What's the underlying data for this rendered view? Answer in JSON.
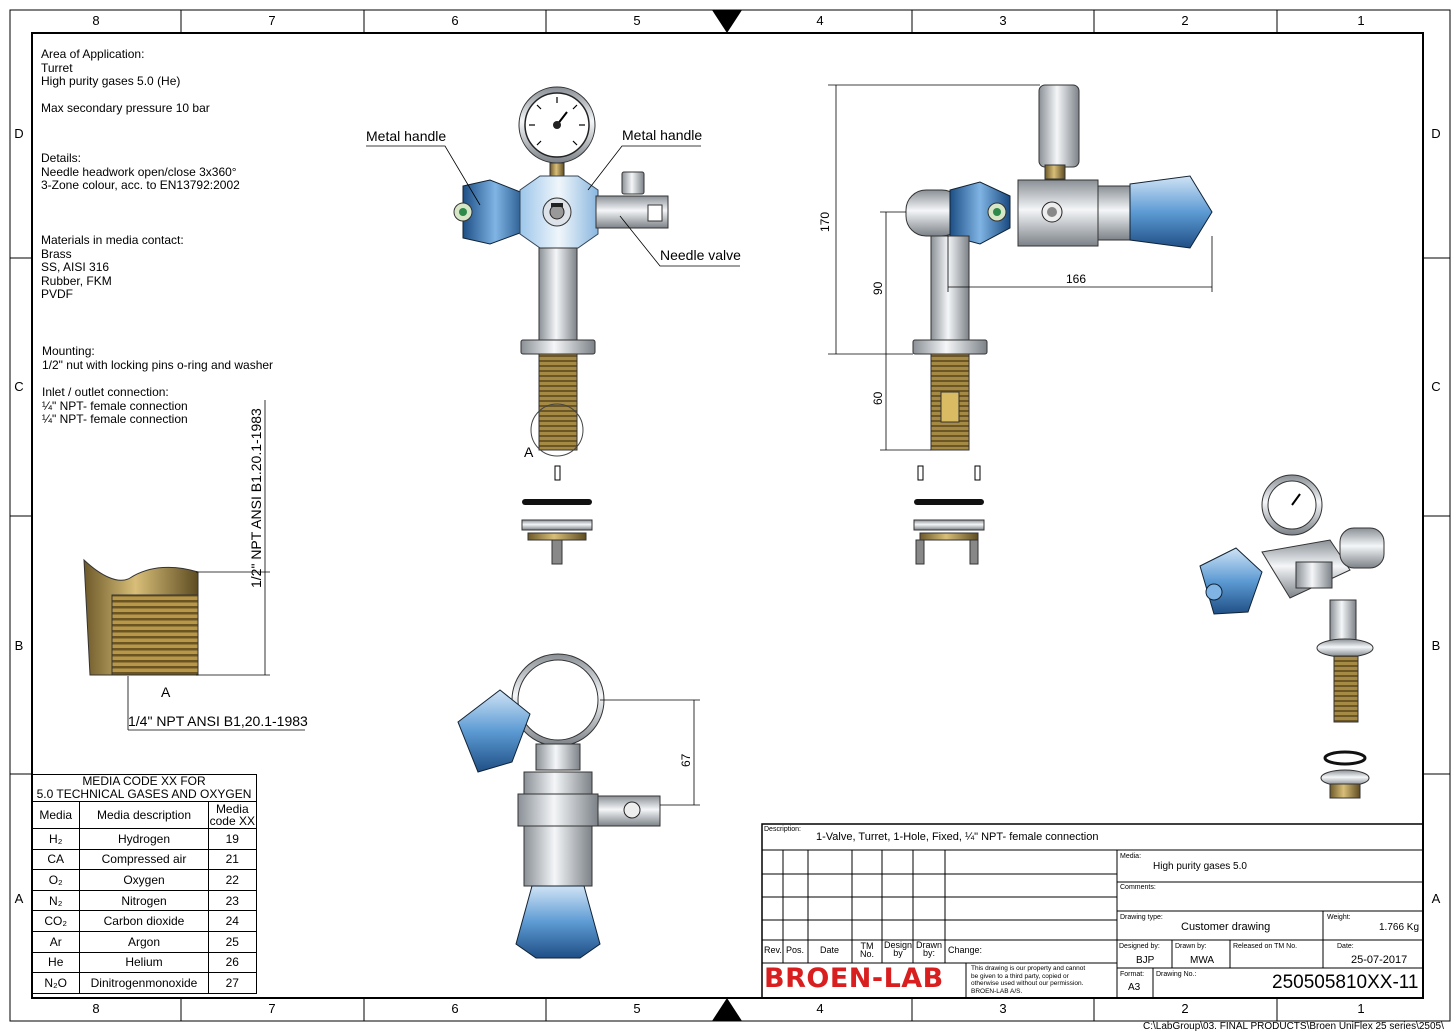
{
  "frame": {
    "columns": [
      "8",
      "7",
      "6",
      "5",
      "4",
      "3",
      "2",
      "1"
    ],
    "rows": [
      "D",
      "C",
      "B",
      "A"
    ],
    "footer_path": "C:\\LabGroup\\03. FINAL PRODUCTS\\Broen UniFlex 25 series\\2505\\"
  },
  "notes": {
    "area_title": "Area of Application:",
    "area_lines": [
      "Turret",
      "High purity gases 5.0 (He)"
    ],
    "max_pressure": "Max secondary pressure 10 bar",
    "details_title": "Details:",
    "details_lines": [
      "Needle headwork open/close 3x360°",
      "3-Zone colour, acc. to EN13792:2002"
    ],
    "materials_title": "Materials in media contact:",
    "materials_lines": [
      "Brass",
      "SS, AISI 316",
      "Rubber, FKM",
      "PVDF"
    ],
    "mounting_title": "Mounting:",
    "mounting_line": "1/2\" nut with locking pins o-ring and washer",
    "inlet_title": "Inlet / outlet connection:",
    "inlet_lines": [
      "¼\" NPT- female connection",
      "¼\" NPT- female connection"
    ]
  },
  "callouts": {
    "metal_handle_left": "Metal handle",
    "metal_handle_right": "Metal handle",
    "needle_valve": "Needle valve",
    "detail_a_front": "A",
    "detail_a": "A",
    "half_inch": "1/2\" NPT ANSI B1.20.1-1983",
    "quarter_inch": "1/4\" NPT ANSI B1,20.1-1983"
  },
  "dimensions": {
    "d170": "170",
    "d90": "90",
    "d166": "166",
    "d60": "60",
    "d67": "67"
  },
  "media_table": {
    "title_line1": "MEDIA CODE XX FOR",
    "title_line2": "5.0 TECHNICAL GASES AND OXYGEN",
    "headers": [
      "Media",
      "Media description",
      "Media code XX"
    ],
    "rows": [
      [
        "H₂",
        "Hydrogen",
        "19"
      ],
      [
        "CA",
        "Compressed air",
        "21"
      ],
      [
        "O₂",
        "Oxygen",
        "22"
      ],
      [
        "N₂",
        "Nitrogen",
        "23"
      ],
      [
        "CO₂",
        "Carbon dioxide",
        "24"
      ],
      [
        "Ar",
        "Argon",
        "25"
      ],
      [
        "He",
        "Helium",
        "26"
      ],
      [
        "N₂O",
        "Dinitrogenmonoxide",
        "27"
      ]
    ]
  },
  "title_block": {
    "description_label": "Description:",
    "description": "1-Valve, Turret, 1-Hole, Fixed, ¼\" NPT- female connection",
    "media_label": "Media:",
    "media": "High purity gases 5.0",
    "comments_label": "Comments:",
    "drawing_type_label": "Drawing type:",
    "drawing_type": "Customer drawing",
    "weight_label": "Weight:",
    "weight": "1.766 Kg",
    "designed_by_label": "Designed by:",
    "designed_by": "BJP",
    "drawn_by_label": "Drawn by:",
    "drawn_by": "MWA",
    "released_label": "Released on TM No.",
    "date_label": "Date:",
    "date": "25-07-2017",
    "format_label": "Format:",
    "format": "A3",
    "drawing_no_label": "Drawing No.:",
    "drawing_no": "250505810XX-11",
    "rev_headers": [
      "Rev.",
      "Pos.",
      "Date",
      "TM No.",
      "Design by",
      "Drawn by:",
      "Change:"
    ],
    "logo": "BROEN-LAB",
    "disclaimer": "This drawing is our property and cannot be given to a third party, copied or otherwise used without our permission. BROEN-LAB A/S."
  },
  "colors": {
    "handle_blue": "#3a7fc0",
    "brass": "#b8974a",
    "steel": "#d0d4d8",
    "logo_red": "#d81e1e"
  }
}
